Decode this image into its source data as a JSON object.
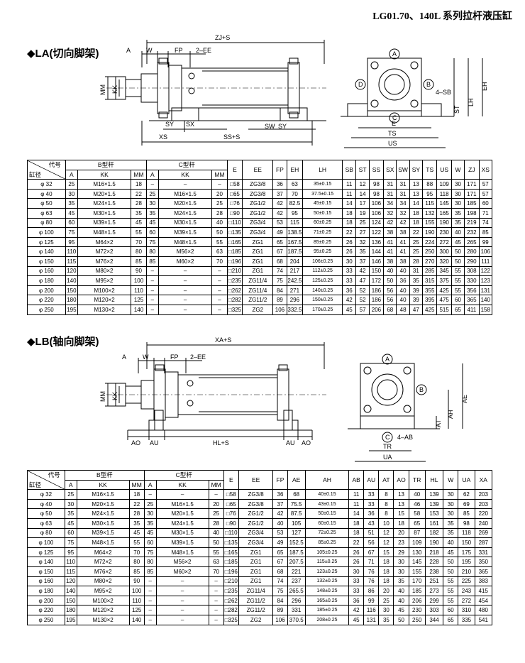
{
  "header": {
    "title": "LG01.70、140L 系列拉杆液压缸"
  },
  "la": {
    "title": "◆LA(切向脚架)",
    "labels": {
      "zj": "ZJ+S",
      "a": "A",
      "w": "W",
      "fp": "FP",
      "ee": "2–EE",
      "mm": "MM",
      "kk": "KK",
      "sy": "SY",
      "sx": "SX",
      "sw": "SW",
      "sy2": "SY",
      "xs": "XS",
      "ss": "SS+S",
      "ca": "A",
      "cd": "D",
      "cb": "B",
      "cc": "C",
      "sb": "4–SB",
      "e": "E",
      "ts": "TS",
      "us": "US",
      "st": "ST",
      "lh": "LH",
      "eh": "EH"
    },
    "headers": {
      "code": "代号",
      "bore": "缸径",
      "btype": "B型杆",
      "ctype": "C型杆",
      "a": "A",
      "kk": "KK",
      "mm": "MM",
      "cols": [
        "E",
        "EE",
        "FP",
        "EH",
        "LH",
        "SB",
        "ST",
        "SS",
        "SX",
        "SW",
        "SY",
        "TS",
        "US",
        "W",
        "ZJ",
        "XS"
      ]
    },
    "rows": [
      [
        "φ 32",
        "25",
        "M16×1.5",
        "18",
        "–",
        "–",
        "–",
        "□58",
        "ZG3/8",
        "36",
        "63",
        "35±0.15",
        "11",
        "12",
        "98",
        "31",
        "31",
        "13",
        "88",
        "109",
        "30",
        "171",
        "57"
      ],
      [
        "φ 40",
        "30",
        "M20×1.5",
        "22",
        "25",
        "M16×1.5",
        "20",
        "□65",
        "ZG3/8",
        "37",
        "70",
        "37.5±0.15",
        "11",
        "14",
        "98",
        "31",
        "31",
        "13",
        "95",
        "118",
        "30",
        "171",
        "57"
      ],
      [
        "φ 50",
        "35",
        "M24×1.5",
        "28",
        "30",
        "M20×1.5",
        "25",
        "□76",
        "ZG1/2",
        "42",
        "82.5",
        "45±0.15",
        "14",
        "17",
        "106",
        "34",
        "34",
        "14",
        "115",
        "145",
        "30",
        "185",
        "60"
      ],
      [
        "φ 63",
        "45",
        "M30×1.5",
        "35",
        "35",
        "M24×1.5",
        "28",
        "□90",
        "ZG1/2",
        "42",
        "95",
        "50±0.15",
        "18",
        "19",
        "106",
        "32",
        "32",
        "18",
        "132",
        "165",
        "35",
        "198",
        "71"
      ],
      [
        "φ 80",
        "60",
        "M39×1.5",
        "45",
        "45",
        "M30×1.5",
        "40",
        "□110",
        "ZG3/4",
        "53",
        "115",
        "60±0.25",
        "18",
        "25",
        "124",
        "42",
        "42",
        "18",
        "155",
        "190",
        "35",
        "219",
        "74"
      ],
      [
        "φ 100",
        "75",
        "M48×1.5",
        "55",
        "60",
        "M39×1.5",
        "50",
        "□135",
        "ZG3/4",
        "49",
        "138.5",
        "71±0.25",
        "22",
        "27",
        "122",
        "38",
        "38",
        "22",
        "190",
        "230",
        "40",
        "232",
        "85"
      ],
      [
        "φ 125",
        "95",
        "M64×2",
        "70",
        "75",
        "M48×1.5",
        "55",
        "□165",
        "ZG1",
        "65",
        "167.5",
        "85±0.25",
        "26",
        "32",
        "136",
        "41",
        "41",
        "25",
        "224",
        "272",
        "45",
        "265",
        "99"
      ],
      [
        "φ 140",
        "110",
        "M72×2",
        "80",
        "80",
        "M56×2",
        "63",
        "□185",
        "ZG1",
        "67",
        "187.5",
        "95±0.25",
        "26",
        "35",
        "144",
        "41",
        "41",
        "25",
        "250",
        "300",
        "50",
        "280",
        "106"
      ],
      [
        "φ 150",
        "115",
        "M76×2",
        "85",
        "85",
        "M60×2",
        "70",
        "□196",
        "ZG1",
        "68",
        "204",
        "106±0.25",
        "30",
        "37",
        "146",
        "38",
        "38",
        "28",
        "270",
        "320",
        "50",
        "290",
        "111"
      ],
      [
        "φ 160",
        "120",
        "M80×2",
        "90",
        "–",
        "–",
        "–",
        "□210",
        "ZG1",
        "74",
        "217",
        "112±0.25",
        "33",
        "42",
        "150",
        "40",
        "40",
        "31",
        "285",
        "345",
        "55",
        "308",
        "122"
      ],
      [
        "φ 180",
        "140",
        "M95×2",
        "100",
        "–",
        "–",
        "–",
        "□235",
        "ZG11/4",
        "75",
        "242.5",
        "125±0.25",
        "33",
        "47",
        "172",
        "50",
        "36",
        "35",
        "315",
        "375",
        "55",
        "330",
        "123"
      ],
      [
        "φ 200",
        "150",
        "M100×2",
        "110",
        "–",
        "–",
        "–",
        "□262",
        "ZG11/4",
        "84",
        "271",
        "140±0.25",
        "36",
        "52",
        "186",
        "56",
        "40",
        "39",
        "355",
        "425",
        "55",
        "356",
        "131"
      ],
      [
        "φ 220",
        "180",
        "M120×2",
        "125",
        "–",
        "–",
        "–",
        "□282",
        "ZG11/2",
        "89",
        "296",
        "150±0.25",
        "42",
        "52",
        "186",
        "56",
        "40",
        "39",
        "395",
        "475",
        "60",
        "365",
        "140"
      ],
      [
        "φ 250",
        "195",
        "M130×2",
        "140",
        "–",
        "–",
        "–",
        "□325",
        "ZG2",
        "106",
        "332.5",
        "170±0.25",
        "45",
        "57",
        "206",
        "68",
        "48",
        "47",
        "425",
        "515",
        "65",
        "411",
        "158"
      ]
    ]
  },
  "lb": {
    "title": "◆LB(轴向脚架)",
    "labels": {
      "xa": "XA+S",
      "a": "A",
      "w": "W",
      "fp": "FP",
      "ee": "2–EE",
      "mm": "MM",
      "kk": "KK",
      "ao": "AO",
      "au": "AU",
      "hl": "HL+S",
      "au2": "AU",
      "ao2": "AO",
      "ca": "A",
      "cb": "B",
      "cc": "C",
      "ab": "4–AB",
      "tr": "TR",
      "ua": "UA",
      "at": "AT",
      "ah": "AH",
      "ae": "AE"
    },
    "headers": {
      "code": "代号",
      "bore": "缸径",
      "btype": "B型杆",
      "ctype": "C型杆",
      "a": "A",
      "kk": "KK",
      "mm": "MM",
      "cols": [
        "E",
        "EE",
        "FP",
        "AE",
        "AH",
        "AB",
        "AU",
        "AT",
        "AO",
        "TR",
        "HL",
        "W",
        "UA",
        "XA"
      ]
    },
    "rows": [
      [
        "φ 32",
        "25",
        "M16×1.5",
        "18",
        "–",
        "–",
        "–",
        "□58",
        "ZG3/8",
        "36",
        "68",
        "40±0.15",
        "11",
        "33",
        "8",
        "13",
        "40",
        "139",
        "30",
        "62",
        "203"
      ],
      [
        "φ 40",
        "30",
        "M20×1.5",
        "22",
        "25",
        "M16×1.5",
        "20",
        "□65",
        "ZG3/8",
        "37",
        "75.5",
        "43±0.15",
        "11",
        "33",
        "8",
        "13",
        "46",
        "139",
        "30",
        "69",
        "203"
      ],
      [
        "φ 50",
        "35",
        "M24×1.5",
        "28",
        "30",
        "M20×1.5",
        "25",
        "□76",
        "ZG1/2",
        "42",
        "87.5",
        "50±0.15",
        "14",
        "36",
        "8",
        "15",
        "58",
        "153",
        "30",
        "85",
        "220"
      ],
      [
        "φ 63",
        "45",
        "M30×1.5",
        "35",
        "35",
        "M24×1.5",
        "28",
        "□90",
        "ZG1/2",
        "40",
        "105",
        "60±0.15",
        "18",
        "43",
        "10",
        "18",
        "65",
        "161",
        "35",
        "98",
        "240"
      ],
      [
        "φ 80",
        "60",
        "M39×1.5",
        "45",
        "45",
        "M30×1.5",
        "40",
        "□110",
        "ZG3/4",
        "53",
        "127",
        "72±0.25",
        "18",
        "51",
        "12",
        "20",
        "87",
        "182",
        "35",
        "118",
        "269"
      ],
      [
        "φ 100",
        "75",
        "M48×1.5",
        "55",
        "60",
        "M39×1.5",
        "50",
        "□135",
        "ZG3/4",
        "49",
        "152.5",
        "85±0.25",
        "22",
        "56",
        "12",
        "23",
        "109",
        "190",
        "40",
        "150",
        "287"
      ],
      [
        "φ 125",
        "95",
        "M64×2",
        "70",
        "75",
        "M48×1.5",
        "55",
        "□165",
        "ZG1",
        "65",
        "187.5",
        "105±0.25",
        "26",
        "67",
        "15",
        "29",
        "130",
        "218",
        "45",
        "175",
        "331"
      ],
      [
        "φ 140",
        "110",
        "M72×2",
        "80",
        "80",
        "M56×2",
        "63",
        "□185",
        "ZG1",
        "67",
        "207.5",
        "115±0.25",
        "26",
        "71",
        "18",
        "30",
        "145",
        "228",
        "50",
        "195",
        "350"
      ],
      [
        "φ 150",
        "115",
        "M76×2",
        "85",
        "85",
        "M60×2",
        "70",
        "□196",
        "ZG1",
        "68",
        "221",
        "123±0.25",
        "30",
        "76",
        "18",
        "30",
        "155",
        "238",
        "50",
        "210",
        "365"
      ],
      [
        "φ 160",
        "120",
        "M80×2",
        "90",
        "–",
        "–",
        "–",
        "□210",
        "ZG1",
        "74",
        "237",
        "132±0.25",
        "33",
        "76",
        "18",
        "35",
        "170",
        "251",
        "55",
        "225",
        "383"
      ],
      [
        "φ 180",
        "140",
        "M95×2",
        "100",
        "–",
        "–",
        "–",
        "□235",
        "ZG11/4",
        "75",
        "265.5",
        "148±0.25",
        "33",
        "86",
        "20",
        "40",
        "185",
        "273",
        "55",
        "243",
        "415"
      ],
      [
        "φ 200",
        "150",
        "M100×2",
        "110",
        "–",
        "–",
        "–",
        "□262",
        "ZG11/2",
        "84",
        "296",
        "165±0.25",
        "36",
        "99",
        "25",
        "40",
        "206",
        "299",
        "55",
        "272",
        "454"
      ],
      [
        "φ 220",
        "180",
        "M120×2",
        "125",
        "–",
        "–",
        "–",
        "□282",
        "ZG11/2",
        "89",
        "331",
        "185±0.25",
        "42",
        "116",
        "30",
        "45",
        "230",
        "303",
        "60",
        "310",
        "480"
      ],
      [
        "φ 250",
        "195",
        "M130×2",
        "140",
        "–",
        "–",
        "–",
        "□325",
        "ZG2",
        "106",
        "370.5",
        "208±0.25",
        "45",
        "131",
        "35",
        "50",
        "250",
        "344",
        "65",
        "335",
        "541"
      ]
    ]
  }
}
